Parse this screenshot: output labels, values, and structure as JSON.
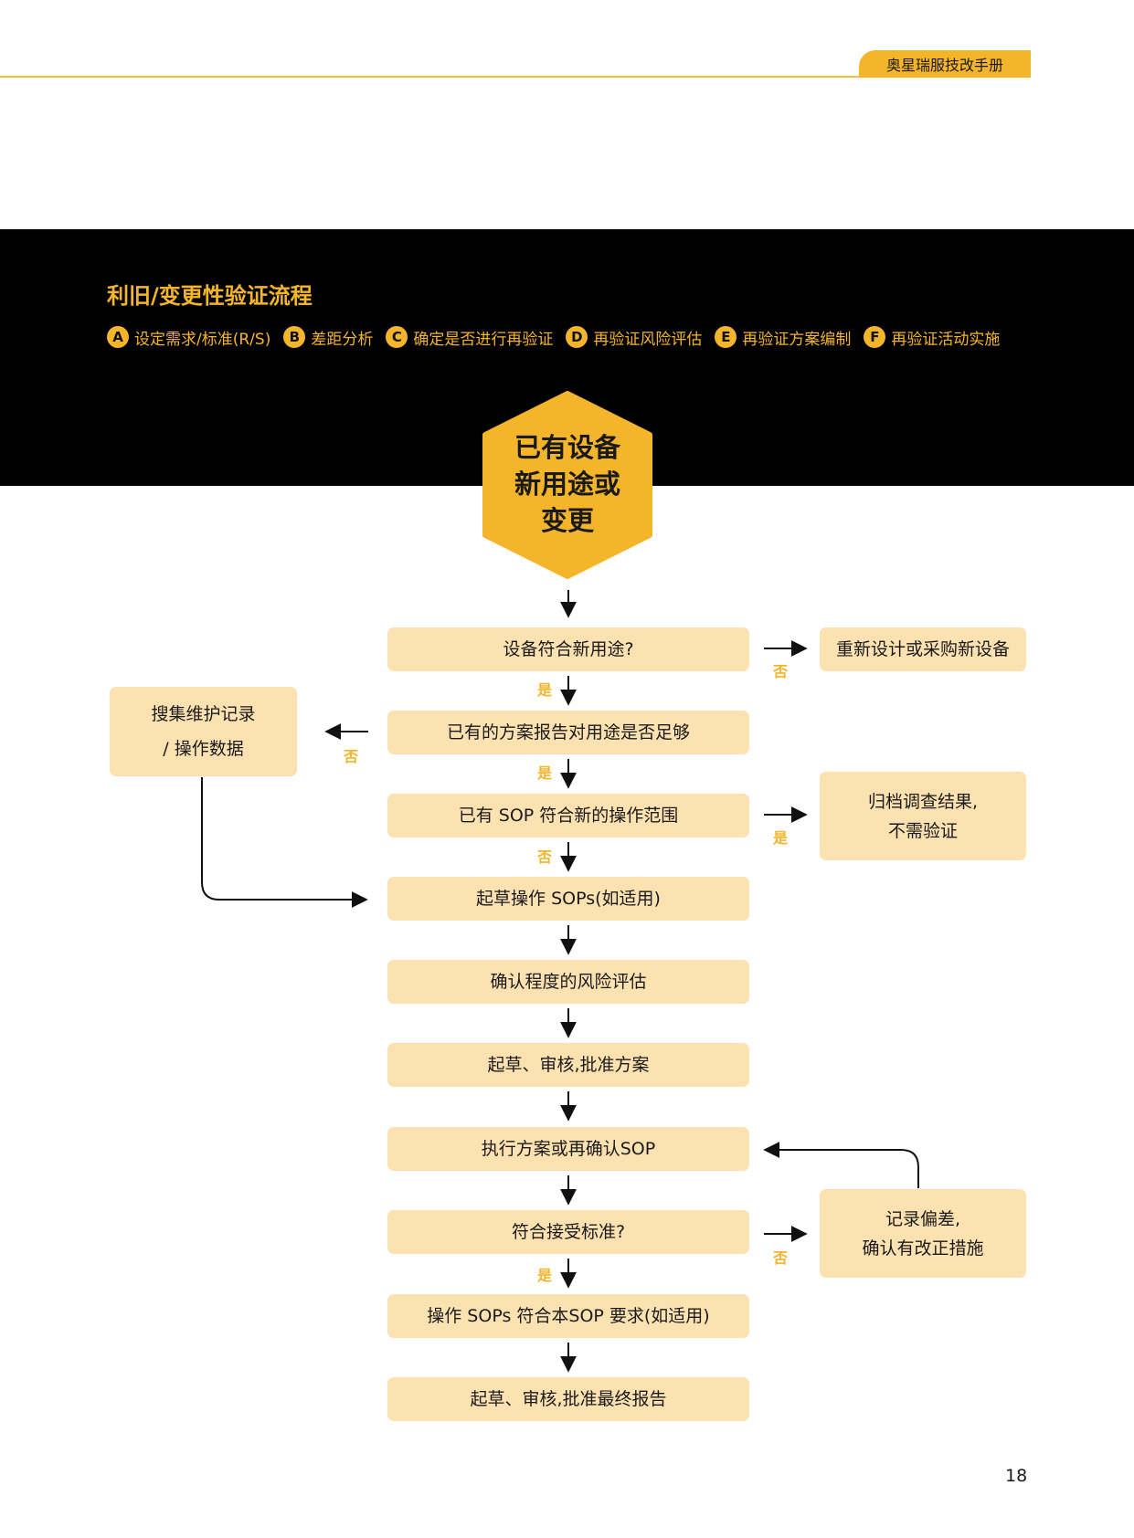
{
  "header": {
    "tag": "奥星瑞服技改手册"
  },
  "band": {
    "title": "利旧/变更性验证流程",
    "legend": [
      {
        "letter": "A",
        "text": "设定需求/标准(R/S)"
      },
      {
        "letter": "B",
        "text": "差距分析"
      },
      {
        "letter": "C",
        "text": "确定是否进行再验证"
      },
      {
        "letter": "D",
        "text": "再验证风险评估"
      },
      {
        "letter": "E",
        "text": "再验证方案编制"
      },
      {
        "letter": "F",
        "text": "再验证活动实施"
      }
    ]
  },
  "colors": {
    "accent": "#f5b52b",
    "box_fill": "#fde2b1",
    "band": "#000000"
  },
  "flow": {
    "start": {
      "line1": "已有设备",
      "line2": "新用途或",
      "line3": "变更"
    },
    "steps": [
      "设备符合新用途?",
      "已有的方案报告对用途是否足够",
      "已有 SOP 符合新的操作范围",
      "起草操作 SOPs(如适用)",
      "确认程度的风险评估",
      "起草、审核,批准方案",
      "执行方案或再确认SOP",
      "符合接受标准?",
      "操作 SOPs 符合本SOP 要求(如适用)",
      "起草、审核,批准最终报告"
    ],
    "side": {
      "redesign": "重新设计或采购新设备",
      "collect_line1": "搜集维护记录",
      "collect_line2": "/ 操作数据",
      "archive_line1": "归档调查结果,",
      "archive_line2": "不需验证",
      "deviation_line1": "记录偏差,",
      "deviation_line2": "确认有改正措施"
    },
    "labels": {
      "yes": "是",
      "no": "否"
    }
  },
  "page_number": "18"
}
